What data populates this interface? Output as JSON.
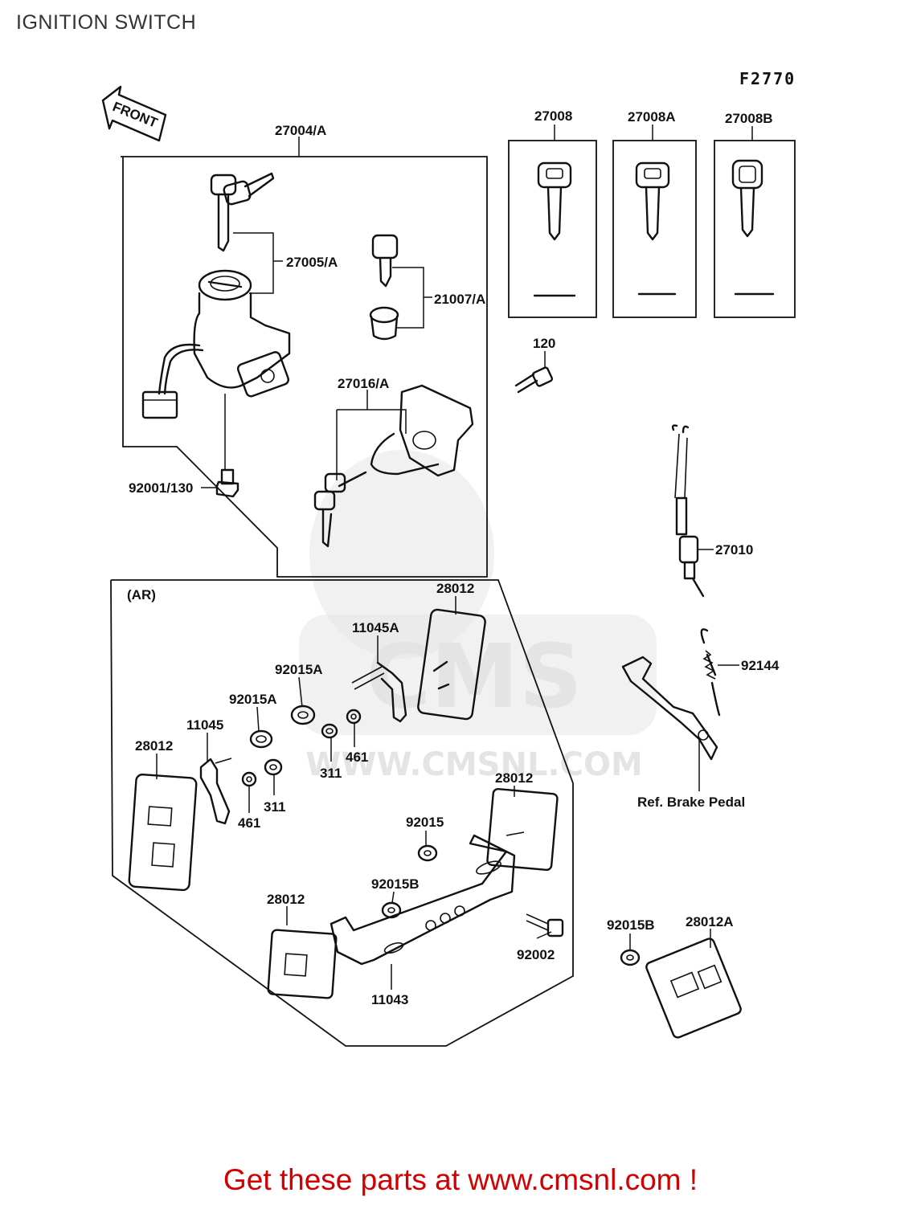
{
  "page": {
    "title": "IGNITION SWITCH",
    "figure_code": "F2770",
    "footer": "Get these parts at www.cmsnl.com !"
  },
  "watermark": {
    "brand": "CMS",
    "url": "WWW.CMSNL.COM"
  },
  "front_arrow": {
    "label": "FRONT"
  },
  "group": {
    "label": "(AR)"
  },
  "labels": {
    "p27004A": "27004/A",
    "p27005A": "27005/A",
    "p21007A": "21007/A",
    "p27016A": "27016/A",
    "p92001_130": "92001/130",
    "p120": "120",
    "p27008": "27008",
    "p27008A": "27008A",
    "p27008B": "27008B",
    "p27010": "27010",
    "p92144": "92144",
    "ref_brake_pedal": "Ref. Brake Pedal",
    "p28012_top": "28012",
    "p11045A": "11045A",
    "p92015A_1": "92015A",
    "p92015A_2": "92015A",
    "p11045": "11045",
    "p28012_left": "28012",
    "p311_1": "311",
    "p461_1": "461",
    "p311_2": "311",
    "p461_2": "461",
    "p28012_mid": "28012",
    "p92015": "92015",
    "p92015B_1": "92015B",
    "p28012_bot": "28012",
    "p92002": "92002",
    "p11043": "11043",
    "p92015B_2": "92015B",
    "p28012A": "28012A"
  }
}
